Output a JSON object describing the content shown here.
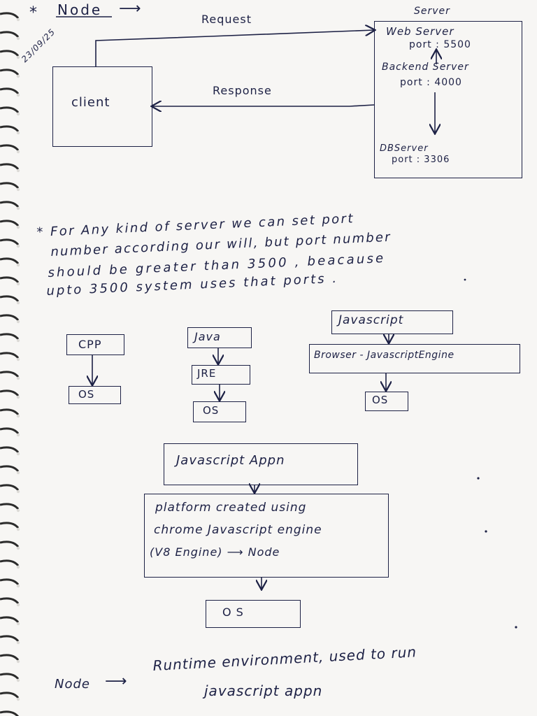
{
  "header": {
    "title": "Node",
    "date": "23/09/25"
  },
  "architecture": {
    "client": "client",
    "request": "Request",
    "response": "Response",
    "server_title": "Server",
    "web_server": "Web Server",
    "web_port": "port : 5500",
    "backend_server": "Backend Server",
    "backend_port": "port : 4000",
    "db_server": "DBServer",
    "db_port": "port : 3306"
  },
  "note": {
    "line1": "* For Any kind of server we can set port",
    "line2": "number according our will, but port number",
    "line3": "should be greater than 3500 , beacause",
    "line4": "upto 3500 system uses that ports ."
  },
  "stacks": {
    "cpp": {
      "top": "CPP",
      "bottom": "OS"
    },
    "java": {
      "top": "Java",
      "middle": "JRE",
      "bottom": "OS"
    },
    "js": {
      "top": "Javascript",
      "middle": "Browser - JavascriptEngine",
      "bottom": "OS"
    }
  },
  "node_stack": {
    "top": "Javascript Appn",
    "middle_line1": "platform created using",
    "middle_line2": "chrome Javascript engine",
    "middle_line3": "(V8 Engine) ⟶ Node",
    "bottom": "O S"
  },
  "definition": {
    "term": "Node",
    "arrow": "⟶",
    "line1": "Runtime environment, used to run",
    "line2": "javascript appn"
  }
}
